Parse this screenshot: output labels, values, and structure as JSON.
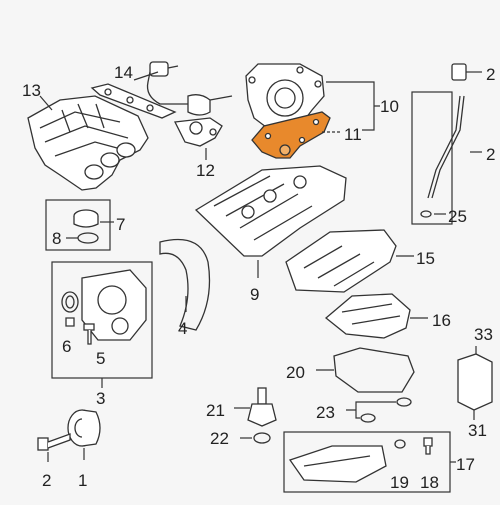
{
  "callouts": {
    "n1": "1",
    "n2": "2",
    "n3": "3",
    "n4": "4",
    "n5": "5",
    "n6": "6",
    "n7": "7",
    "n8": "8",
    "n9": "9",
    "n10": "10",
    "n11": "11",
    "n12": "12",
    "n13": "13",
    "n14": "14",
    "n15": "15",
    "n16": "16",
    "n17": "17",
    "n18": "18",
    "n19": "19",
    "n20": "20",
    "n21": "21",
    "n22": "22",
    "n23": "23",
    "n25": "25",
    "n31": "31",
    "n33": "33",
    "n2_right_top": "2",
    "n2_right_mid": "2"
  },
  "highlight": {
    "part": "11",
    "color": "#e8892c"
  }
}
